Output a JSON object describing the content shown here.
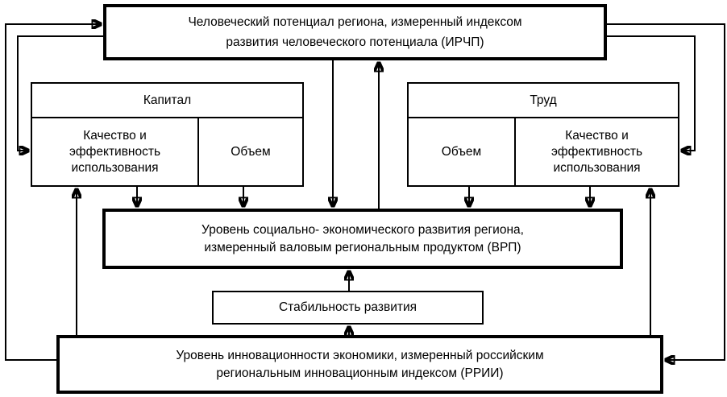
{
  "diagram": {
    "background": "#ffffff",
    "line_color": "#000000",
    "nodes": {
      "human_potential": {
        "lines": [
          "Человеческий потенциал региона, измеренный индексом",
          "развития человеческого потенциала (ИРЧП)"
        ]
      },
      "capital": {
        "title": "Капитал",
        "quality_lines": [
          "Качество и",
          "эффективность",
          "использования"
        ],
        "volume": "Объем"
      },
      "labor": {
        "title": "Труд",
        "volume": "Объем",
        "quality_lines": [
          "Качество и",
          "эффективность",
          "использования"
        ]
      },
      "economic_level": {
        "lines": [
          "Уровень социально- экономического развития региона,",
          "измеренный валовым региональным продуктом (ВРП)"
        ]
      },
      "stability": {
        "label": "Стабильность развития"
      },
      "innovation_level": {
        "lines": [
          "Уровень инновационности экономики, измеренный российским",
          "региональным инновационным индексом (РРИИ)"
        ]
      }
    },
    "edges": [
      {
        "from": "РРИИ",
        "to": "ИРЧП"
      },
      {
        "from": "ИРЧП",
        "to": "РРИИ"
      },
      {
        "from": "ИРЧП",
        "to": "Капитал (качество и эффективность использования)"
      },
      {
        "from": "ИРЧП",
        "to": "Труд (качество и эффективность использования)"
      },
      {
        "from": "ИРЧП",
        "to": "ВРП"
      },
      {
        "from": "ВРП",
        "to": "ИРЧП"
      },
      {
        "from": "Капитал (качество и эффективность использования)",
        "to": "ВРП"
      },
      {
        "from": "Капитал (объем)",
        "to": "ВРП"
      },
      {
        "from": "Труд (объем)",
        "to": "ВРП"
      },
      {
        "from": "Труд (качество и эффективность использования)",
        "to": "ВРП"
      },
      {
        "from": "РРИИ",
        "to": "Капитал"
      },
      {
        "from": "РРИИ",
        "to": "Труд"
      },
      {
        "from": "РРИИ",
        "to": "Стабильность развития"
      },
      {
        "from": "Стабильность развития",
        "to": "ВРП"
      }
    ]
  }
}
